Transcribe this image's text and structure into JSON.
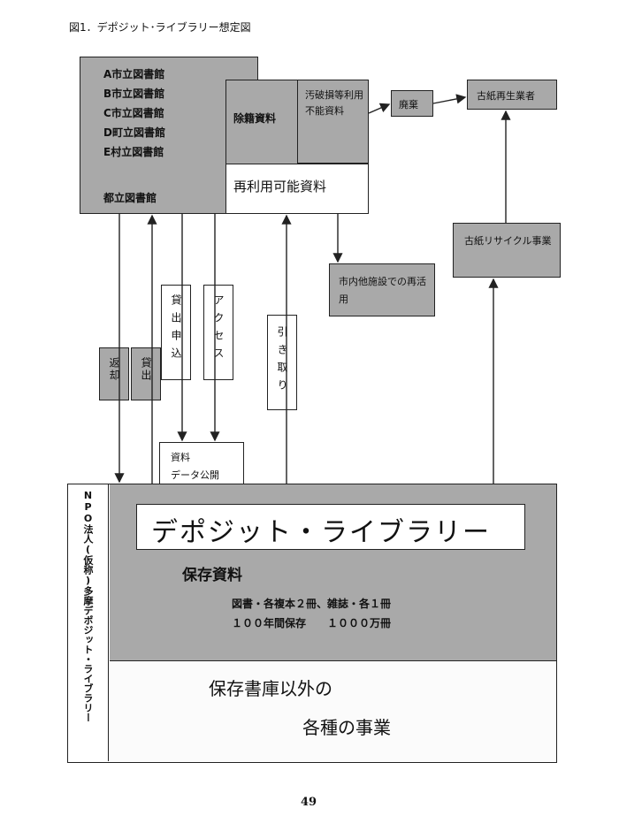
{
  "figure": {
    "caption": "図1．デポジット･ライブラリー想定図"
  },
  "libraries": {
    "items": [
      "A市立図書館",
      "B市立図書館",
      "C市立図書館",
      "D町立図書館",
      "E村立図書館"
    ],
    "metro": "都立図書館"
  },
  "removal": {
    "label": "除籍資料",
    "damaged": "汚破損等利用不能資料",
    "reusable": "再利用可能資料"
  },
  "disposal": "廃棄",
  "recycler": "古紙再生業者",
  "recycle_project": "古紙リサイクル事業",
  "reuse": "市内他施設での再活用",
  "flows": {
    "return": "返却",
    "lend": "貸出",
    "loan_request": "貸出申込",
    "access": "アクセス",
    "pickup": "引き取り"
  },
  "data_box": {
    "line1": "資料",
    "line2": "データ公開"
  },
  "npo": {
    "org": "NPO法人(仮称)多摩デポジット・ライブラリー",
    "title": "デポジット・ライブラリー",
    "storage_label": "保存資料",
    "detail1": "図書・各複本２冊、雑誌・各１冊",
    "detail2": "１００年間保存　　１０００万冊",
    "other1": "保存書庫以外の",
    "other2": "各種の事業"
  },
  "page_number": "49"
}
